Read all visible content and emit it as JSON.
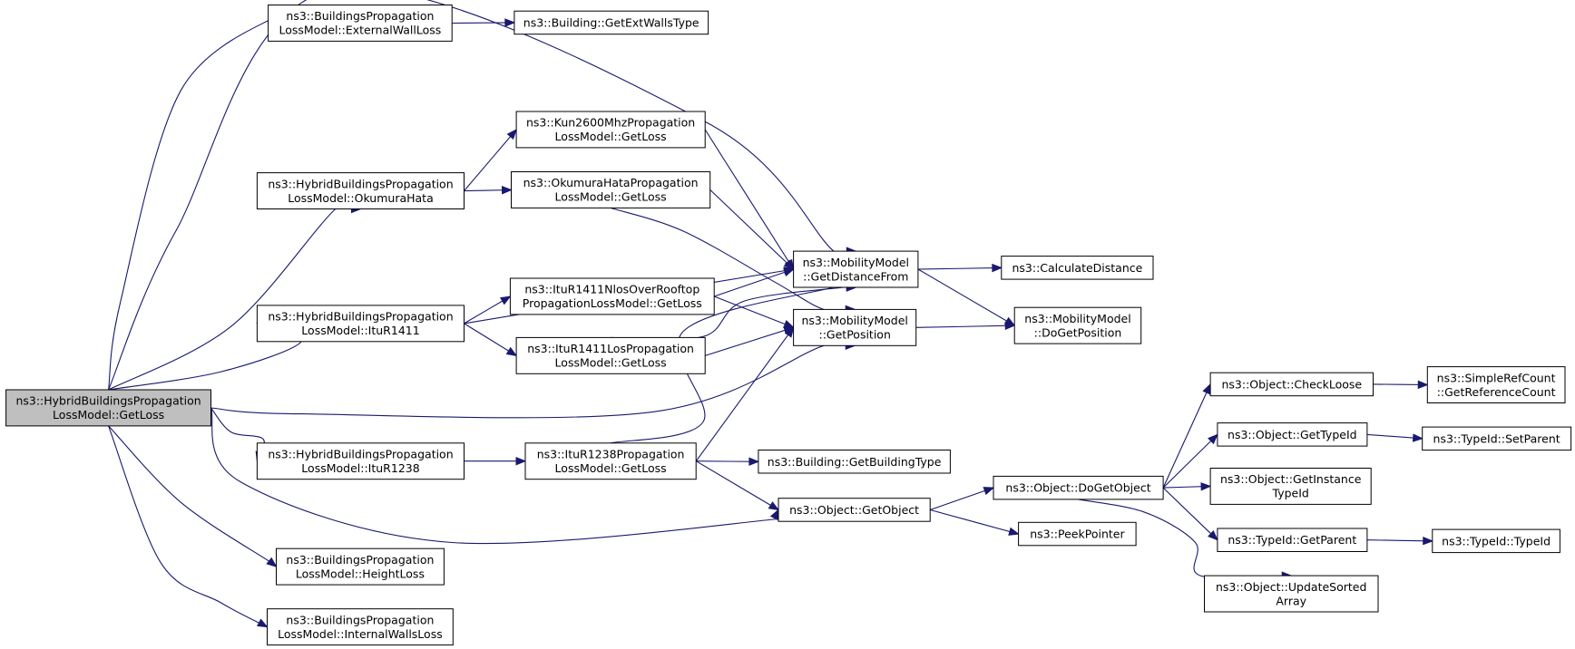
{
  "diagram": {
    "type": "call-graph",
    "colors": {
      "edge": "#191970",
      "root_fill": "#bfbfbf",
      "node_fill": "#ffffff",
      "node_border": "#000000"
    },
    "nodes": [
      {
        "id": "root",
        "lines": [
          "ns3::HybridBuildingsPropagation",
          "LossModel::GetLoss"
        ],
        "highlighted": true
      },
      {
        "id": "extwall",
        "lines": [
          "ns3::BuildingsPropagation",
          "LossModel::ExternalWallLoss"
        ]
      },
      {
        "id": "getextwalls",
        "lines": [
          "ns3::Building::GetExtWallsType"
        ]
      },
      {
        "id": "kun",
        "lines": [
          "ns3::Kun2600MhzPropagation",
          "LossModel::GetLoss"
        ]
      },
      {
        "id": "okuhybrid",
        "lines": [
          "ns3::HybridBuildingsPropagation",
          "LossModel::OkumuraHata"
        ]
      },
      {
        "id": "okuloss",
        "lines": [
          "ns3::OkumuraHataPropagation",
          "LossModel::GetLoss"
        ]
      },
      {
        "id": "getdist",
        "lines": [
          "ns3::MobilityModel",
          "::GetDistanceFrom"
        ]
      },
      {
        "id": "calcdist",
        "lines": [
          "ns3::CalculateDistance"
        ]
      },
      {
        "id": "itunlos",
        "lines": [
          "ns3::ItuR1411NlosOverRooftop",
          "PropagationLossModel::GetLoss"
        ]
      },
      {
        "id": "ituhybrid1411",
        "lines": [
          "ns3::HybridBuildingsPropagation",
          "LossModel::ItuR1411"
        ]
      },
      {
        "id": "getpos",
        "lines": [
          "ns3::MobilityModel",
          "::GetPosition"
        ]
      },
      {
        "id": "dogetpos",
        "lines": [
          "ns3::MobilityModel",
          "::DoGetPosition"
        ]
      },
      {
        "id": "itulos",
        "lines": [
          "ns3::ItuR1411LosPropagation",
          "LossModel::GetLoss"
        ]
      },
      {
        "id": "checkloose",
        "lines": [
          "ns3::Object::CheckLoose"
        ]
      },
      {
        "id": "getrefcount",
        "lines": [
          "ns3::SimpleRefCount",
          "::GetReferenceCount"
        ]
      },
      {
        "id": "gettypeid",
        "lines": [
          "ns3::Object::GetTypeId"
        ]
      },
      {
        "id": "setparent",
        "lines": [
          "ns3::TypeId::SetParent"
        ]
      },
      {
        "id": "ituhybrid1238",
        "lines": [
          "ns3::HybridBuildingsPropagation",
          "LossModel::ItuR1238"
        ]
      },
      {
        "id": "itu1238loss",
        "lines": [
          "ns3::ItuR1238Propagation",
          "LossModel::GetLoss"
        ]
      },
      {
        "id": "getbuildingtype",
        "lines": [
          "ns3::Building::GetBuildingType"
        ]
      },
      {
        "id": "dogetobject",
        "lines": [
          "ns3::Object::DoGetObject"
        ]
      },
      {
        "id": "getinstancetypeid",
        "lines": [
          "ns3::Object::GetInstance",
          "TypeId"
        ]
      },
      {
        "id": "getobject",
        "lines": [
          "ns3::Object::GetObject"
        ]
      },
      {
        "id": "peekpointer",
        "lines": [
          "ns3::PeekPointer"
        ]
      },
      {
        "id": "getparent",
        "lines": [
          "ns3::TypeId::GetParent"
        ]
      },
      {
        "id": "typeidctor",
        "lines": [
          "ns3::TypeId::TypeId"
        ]
      },
      {
        "id": "heightloss",
        "lines": [
          "ns3::BuildingsPropagation",
          "LossModel::HeightLoss"
        ]
      },
      {
        "id": "updatesorted",
        "lines": [
          "ns3::Object::UpdateSorted",
          "Array"
        ]
      },
      {
        "id": "intwalls",
        "lines": [
          "ns3::BuildingsPropagation",
          "LossModel::InternalWallsLoss"
        ]
      }
    ],
    "edges": [
      {
        "from": "root",
        "to": "extwall"
      },
      {
        "from": "root",
        "to": "getdist"
      },
      {
        "from": "root",
        "to": "okuhybrid"
      },
      {
        "from": "root",
        "to": "ituhybrid1411"
      },
      {
        "from": "root",
        "to": "getpos"
      },
      {
        "from": "root",
        "to": "ituhybrid1238"
      },
      {
        "from": "root",
        "to": "getobject"
      },
      {
        "from": "root",
        "to": "heightloss"
      },
      {
        "from": "root",
        "to": "intwalls"
      },
      {
        "from": "extwall",
        "to": "getextwalls"
      },
      {
        "from": "okuhybrid",
        "to": "kun"
      },
      {
        "from": "okuhybrid",
        "to": "okuloss"
      },
      {
        "from": "kun",
        "to": "getdist"
      },
      {
        "from": "okuloss",
        "to": "getdist"
      },
      {
        "from": "okuloss",
        "to": "getpos"
      },
      {
        "from": "ituhybrid1411",
        "to": "getdist"
      },
      {
        "from": "ituhybrid1411",
        "to": "itunlos"
      },
      {
        "from": "ituhybrid1411",
        "to": "itulos"
      },
      {
        "from": "itunlos",
        "to": "getdist"
      },
      {
        "from": "itunlos",
        "to": "getpos"
      },
      {
        "from": "itulos",
        "to": "getdist"
      },
      {
        "from": "itulos",
        "to": "getpos"
      },
      {
        "from": "getdist",
        "to": "calcdist"
      },
      {
        "from": "getdist",
        "to": "dogetpos"
      },
      {
        "from": "getpos",
        "to": "dogetpos"
      },
      {
        "from": "ituhybrid1238",
        "to": "itu1238loss"
      },
      {
        "from": "itu1238loss",
        "to": "getdist"
      },
      {
        "from": "itu1238loss",
        "to": "getpos"
      },
      {
        "from": "itu1238loss",
        "to": "getbuildingtype"
      },
      {
        "from": "itu1238loss",
        "to": "getobject"
      },
      {
        "from": "getobject",
        "to": "dogetobject"
      },
      {
        "from": "getobject",
        "to": "peekpointer"
      },
      {
        "from": "dogetobject",
        "to": "checkloose"
      },
      {
        "from": "dogetobject",
        "to": "gettypeid"
      },
      {
        "from": "dogetobject",
        "to": "getinstancetypeid"
      },
      {
        "from": "dogetobject",
        "to": "getparent"
      },
      {
        "from": "dogetobject",
        "to": "updatesorted"
      },
      {
        "from": "checkloose",
        "to": "getrefcount"
      },
      {
        "from": "gettypeid",
        "to": "setparent"
      },
      {
        "from": "getparent",
        "to": "typeidctor"
      }
    ]
  }
}
